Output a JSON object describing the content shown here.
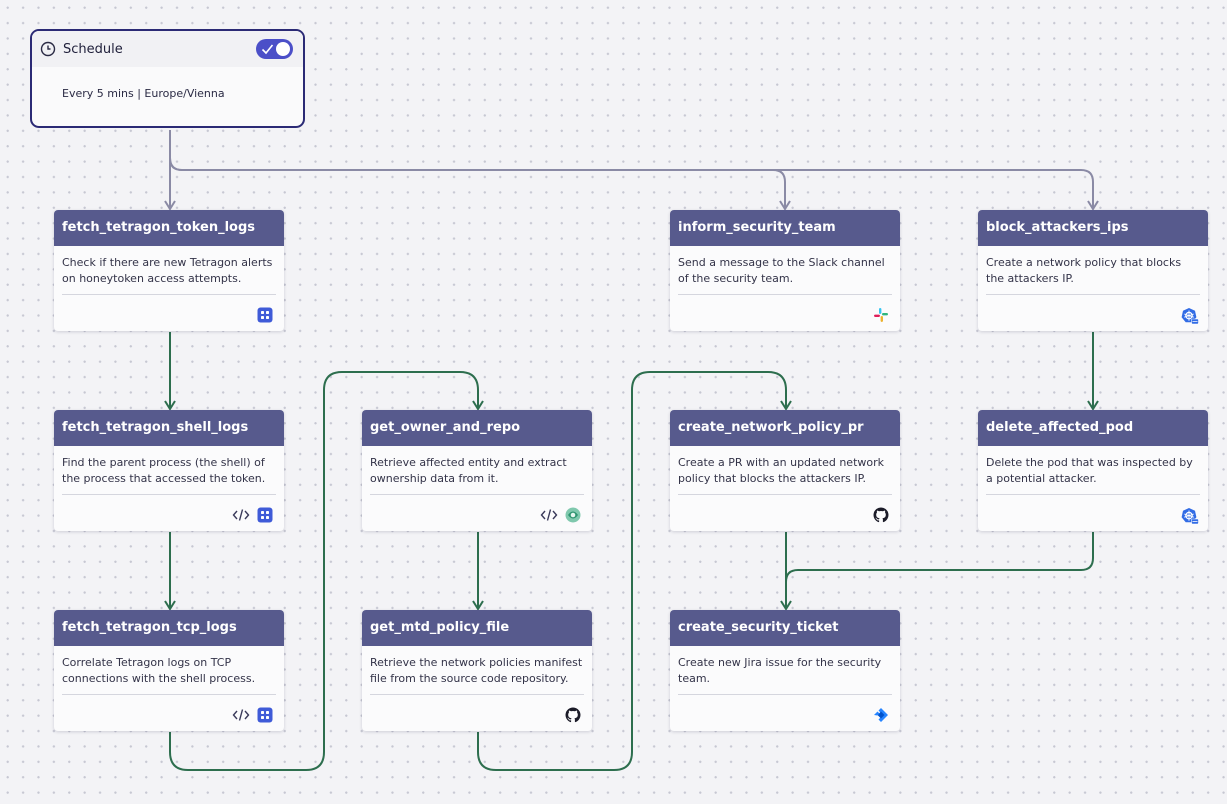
{
  "trigger": {
    "title": "Schedule",
    "description": "Every 5 mins | Europe/Vienna",
    "enabled": true,
    "icon": "clock-icon"
  },
  "nodes": [
    {
      "id": "fetch_tetragon_token_logs",
      "title": "fetch_tetragon_token_logs",
      "description": "Check if there are new Tetragon alerts on honeytoken access attempts.",
      "icons": [
        "app-grid-icon"
      ]
    },
    {
      "id": "fetch_tetragon_shell_logs",
      "title": "fetch_tetragon_shell_logs",
      "description": "Find the parent process (the shell) of the process that accessed the token.",
      "icons": [
        "code-icon",
        "app-grid-icon"
      ]
    },
    {
      "id": "fetch_tetragon_tcp_logs",
      "title": "fetch_tetragon_tcp_logs",
      "description": "Correlate Tetragon logs on TCP connections with the shell process.",
      "icons": [
        "code-icon",
        "app-grid-icon"
      ]
    },
    {
      "id": "get_owner_and_repo",
      "title": "get_owner_and_repo",
      "description": "Retrieve affected entity and extract ownership data from it.",
      "icons": [
        "code-icon",
        "ownership-icon"
      ]
    },
    {
      "id": "get_mtd_policy_file",
      "title": "get_mtd_policy_file",
      "description": "Retrieve the network policies manifest file from the source code repository.",
      "icons": [
        "github-icon"
      ]
    },
    {
      "id": "inform_security_team",
      "title": "inform_security_team",
      "description": "Send a message to the Slack channel of the security team.",
      "icons": [
        "slack-icon"
      ]
    },
    {
      "id": "create_network_policy_pr",
      "title": "create_network_policy_pr",
      "description": "Create a PR with an updated network policy that blocks the attackers IP.",
      "icons": [
        "github-icon"
      ]
    },
    {
      "id": "create_security_ticket",
      "title": "create_security_ticket",
      "description": "Create new Jira issue for the security team.",
      "icons": [
        "jira-icon"
      ]
    },
    {
      "id": "block_attackers_ips",
      "title": "block_attackers_ips",
      "description": "Create a network policy that blocks the attackers IP.",
      "icons": [
        "kubernetes-icon"
      ]
    },
    {
      "id": "delete_affected_pod",
      "title": "delete_affected_pod",
      "description": "Delete the pod that was inspected by a potential attacker.",
      "icons": [
        "kubernetes-icon"
      ]
    }
  ],
  "colors": {
    "header": "#575a8d",
    "trigger_border": "#2b2a75",
    "toggle": "#4b4fc8",
    "edge_trigger": "#8a8aa5",
    "edge_success": "#2d6e4e"
  }
}
